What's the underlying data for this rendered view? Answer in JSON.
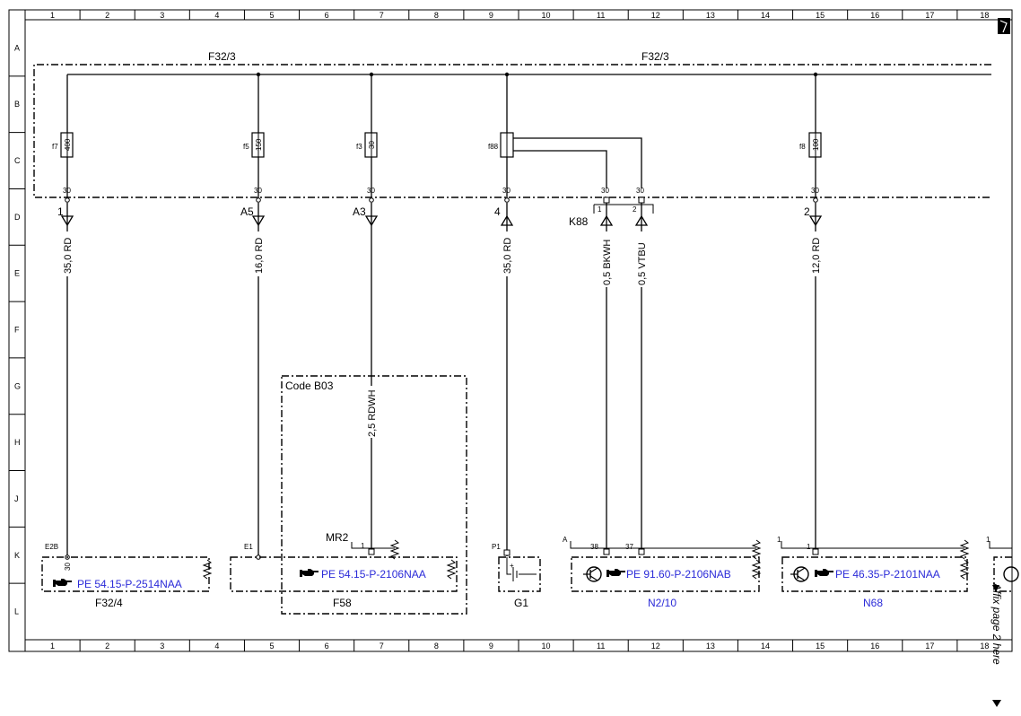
{
  "grid": {
    "columns": [
      "1",
      "2",
      "3",
      "4",
      "5",
      "6",
      "7",
      "8",
      "9",
      "10",
      "11",
      "12",
      "13",
      "14",
      "15",
      "16",
      "17",
      "18"
    ],
    "rows": [
      "A",
      "B",
      "C",
      "D",
      "E",
      "F",
      "G",
      "H",
      "J",
      "K",
      "L"
    ]
  },
  "bus": {
    "left_label": "F32/3",
    "right_label": "F32/3"
  },
  "fuses": [
    {
      "name": "f7",
      "rating": "400",
      "terminal": "30"
    },
    {
      "name": "f5",
      "rating": "150",
      "terminal": "30"
    },
    {
      "name": "f3",
      "rating": "30",
      "terminal": "30"
    },
    {
      "name": "f88",
      "rating": "",
      "terminal": "30"
    },
    {
      "name": "f8",
      "rating": "100",
      "terminal": "30"
    }
  ],
  "k88": {
    "label": "K88",
    "pin1": "1",
    "pin2": "2",
    "term1": "30",
    "term2": "30"
  },
  "wires": [
    {
      "connector": "1",
      "spec": "35,0 RD"
    },
    {
      "connector": "A5",
      "spec": "16,0 RD"
    },
    {
      "connector": "A3",
      "spec": "2,5 RDWH"
    },
    {
      "connector": "4",
      "spec": "35,0 RD"
    },
    {
      "connector": "",
      "spec": "0,5 BKWH"
    },
    {
      "connector": "",
      "spec": "0,5 VTBU"
    },
    {
      "connector": "2",
      "spec": "12,0 RD"
    }
  ],
  "code_box": {
    "label": "Code B03"
  },
  "components": [
    {
      "name": "F32/4",
      "ref": "PE 54.15-P-2514NAA",
      "pin_label": "E2B",
      "pin": "30"
    },
    {
      "name": "F58",
      "ref": "PE 54.15-P-2106NAA",
      "pin_label": "E1",
      "extra_label": "MR2",
      "pin": "1"
    },
    {
      "name": "G1",
      "ref": "",
      "pin_label": "P1",
      "pin": "+"
    },
    {
      "name": "N2/10",
      "ref": "PE 91.60-P-2106NAB",
      "pin_label": "A",
      "pin_a": "38",
      "pin_b": "37"
    },
    {
      "name": "N68",
      "ref": "PE 46.35-P-2101NAA",
      "pin_label": "1",
      "pin": "1"
    }
  ],
  "right_edge": {
    "pin_label": "1",
    "affix_note": "Affix page 2 here"
  },
  "colors": {
    "reference_link": "#2a2ad8",
    "line": "#000000"
  },
  "icons": [
    "pointing-hand-icon",
    "transistor-icon",
    "ground-symbol-icon"
  ]
}
